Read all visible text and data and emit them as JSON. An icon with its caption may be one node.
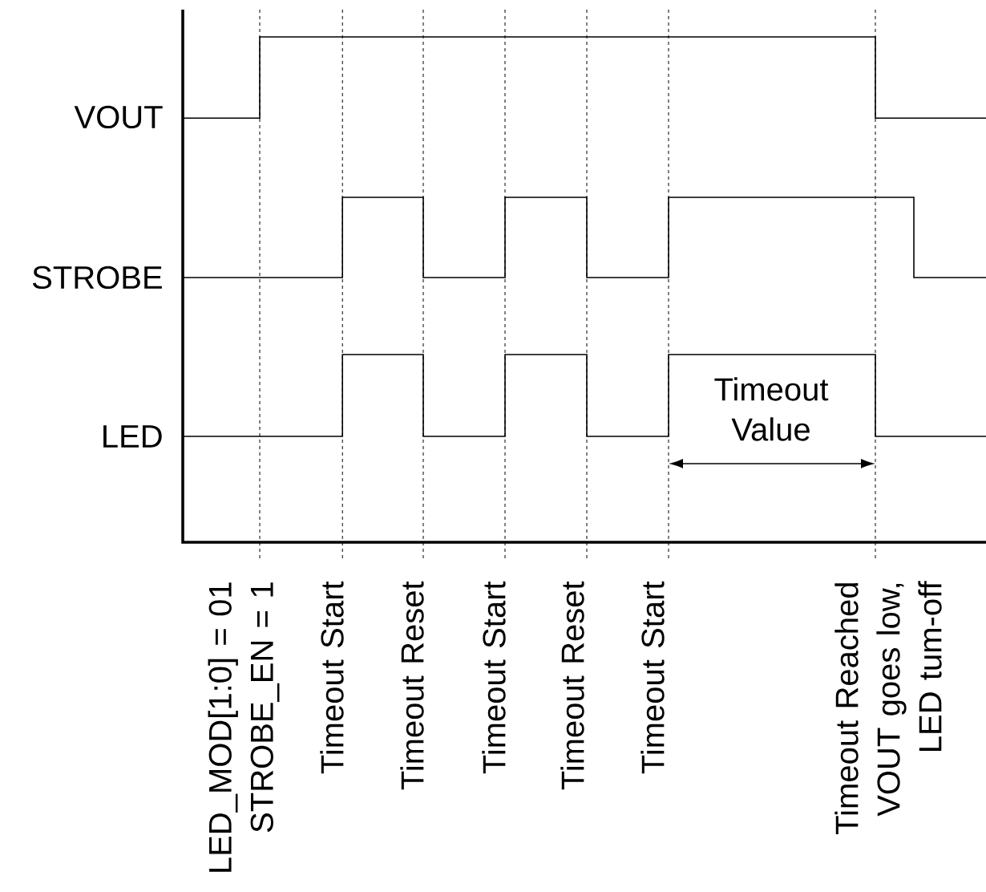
{
  "diagram": {
    "labels": [
      "VOUT",
      "STROBE",
      "Timeout Value",
      "LED",
      "LED_MOD[1:0] = 01 STROBE_EN = 1",
      "Timeout Start",
      "Timeout Reset",
      "Timeout Start",
      "Timeout Reset",
      "Timeout Start",
      "Timeout Reached VOUT goes low, LED tum-off"
    ]
  }
}
